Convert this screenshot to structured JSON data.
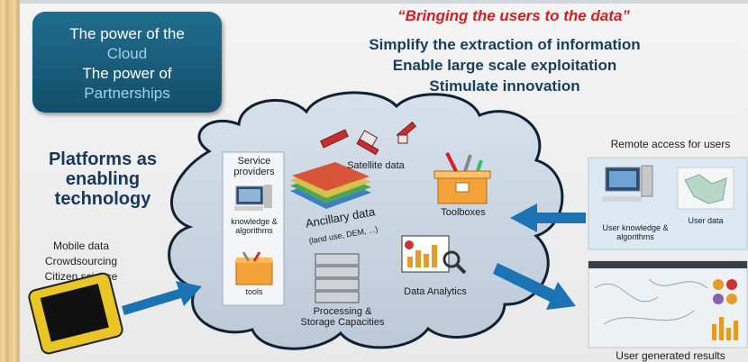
{
  "power_box": {
    "line1": "The power of the",
    "line2": "Cloud",
    "line3": "The power of",
    "line4": "Partnerships"
  },
  "header": {
    "tagline": "“Bringing the users to the data”",
    "goals": [
      "Simplify the extraction of information",
      "Enable large scale exploitation",
      "Stimulate innovation"
    ]
  },
  "left": {
    "platforms": [
      "Platforms as",
      "enabling",
      "technology"
    ],
    "mobile": [
      "Mobile data",
      "Crowdsourcing",
      "Citizen science"
    ]
  },
  "cloud": {
    "service_providers": [
      "Service",
      "providers"
    ],
    "knowledge": [
      "knowledge &",
      "algorithms"
    ],
    "tools": "tools",
    "satellite": "Satellite data",
    "ancillary": "Ancillary data",
    "ancillary_sub": "(land use, DEM, ...)",
    "toolboxes": "Toolboxes",
    "processing": [
      "Processing &",
      "Storage Capacities"
    ],
    "analytics": "Data Analytics"
  },
  "right": {
    "remote_title": "Remote access for users",
    "user_knowledge": [
      "User knowledge &",
      "algorithms"
    ],
    "user_data": "User data",
    "results_title": "User generated results"
  },
  "colors": {
    "accent_red": "#d21f1f",
    "navy": "#173e5c",
    "arrow_blue": "#1b73b3",
    "box_teal": "#1f6d8f"
  }
}
